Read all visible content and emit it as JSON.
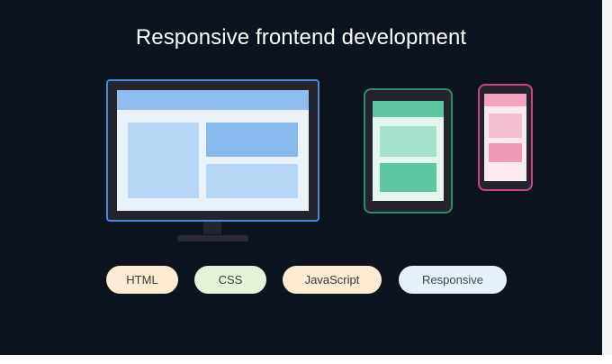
{
  "title": "Responsive frontend development",
  "devices": {
    "desktop": {
      "accent": "#4a87d4"
    },
    "tablet": {
      "accent": "#2c8f6a"
    },
    "phone": {
      "accent": "#c8467d"
    }
  },
  "tags": [
    {
      "label": "HTML",
      "color": "#fdecd3"
    },
    {
      "label": "CSS",
      "color": "#e5f4d9"
    },
    {
      "label": "JavaScript",
      "color": "#fdecd3"
    },
    {
      "label": "Responsive",
      "color": "#e6f1fb"
    }
  ]
}
